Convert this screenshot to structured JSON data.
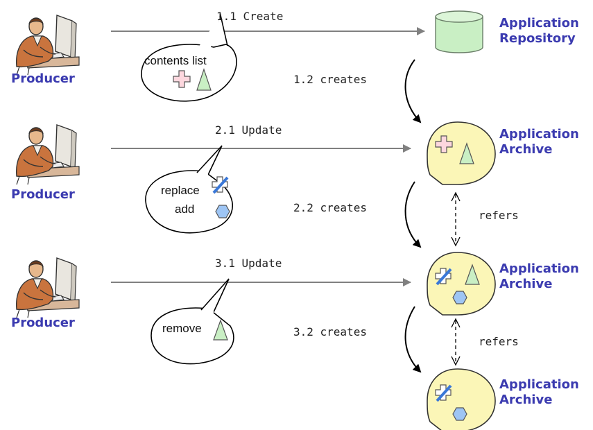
{
  "actors": [
    {
      "label": "Producer"
    },
    {
      "label": "Producer"
    },
    {
      "label": "Producer"
    }
  ],
  "nodes": {
    "repository": {
      "line1": "Application",
      "line2": "Repository"
    },
    "archives": [
      {
        "line1": "Application",
        "line2": "Archive"
      },
      {
        "line1": "Application",
        "line2": "Archive"
      },
      {
        "line1": "Application",
        "line2": "Archive"
      }
    ]
  },
  "messages": [
    {
      "label": "1.1 Create"
    },
    {
      "label": "2.1 Update"
    },
    {
      "label": "3.1 Update"
    }
  ],
  "creates": [
    {
      "label": "1.2 creates"
    },
    {
      "label": "2.2 creates"
    },
    {
      "label": "3.2 creates"
    }
  ],
  "refers": [
    {
      "label": "refers"
    },
    {
      "label": "refers"
    }
  ],
  "bubbles": {
    "b1": {
      "line1": "contents list"
    },
    "b2": {
      "line1": "replace",
      "line2": "add"
    },
    "b3": {
      "line1": "remove"
    }
  },
  "colors": {
    "label_blue": "#3b3bb0",
    "archive_fill": "#fbf6b7",
    "repository_fill": "#c9efc4",
    "triangle_fill": "#c9efc4",
    "cross_fill": "#fdd7de",
    "hexagon_fill": "#9ec5f4",
    "arrow_gray": "#808080"
  }
}
